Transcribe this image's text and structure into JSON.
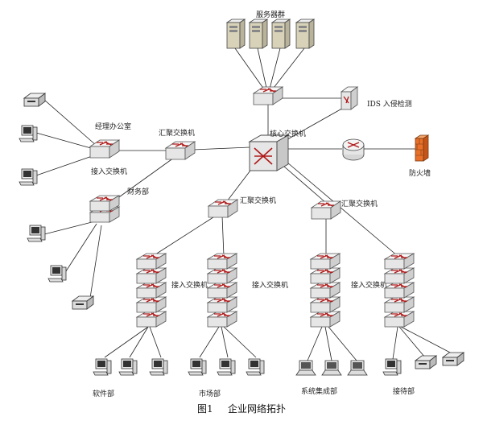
{
  "labels": {
    "servers": "服务器群",
    "ids": "IDS 入侵检测",
    "core_switch": "核心交换机",
    "firewall": "防火墙",
    "manager_office": "经理办公室",
    "agg_left": "汇聚交换机",
    "access_manager": "接入交换机",
    "finance": "财务部",
    "agg_mid": "汇聚交换机",
    "agg_right": "汇聚交换机",
    "access_software": "接入交换机",
    "access_market": "接入交换机",
    "access_system": "接入交换机",
    "dept_software": "软件部",
    "dept_market": "市场部",
    "dept_system": "系统集成部",
    "dept_reception": "接待部"
  },
  "caption": {
    "figure_no": "图1",
    "title": "企业网络拓扑"
  },
  "colors": {
    "link": "#222222",
    "device_body": "#e8e8e8",
    "device_top": "#f6f6f6",
    "device_edge": "#555555",
    "switch_arrow": "#b01818",
    "firewall": "#e8702a",
    "server": "#d8d2b8"
  }
}
